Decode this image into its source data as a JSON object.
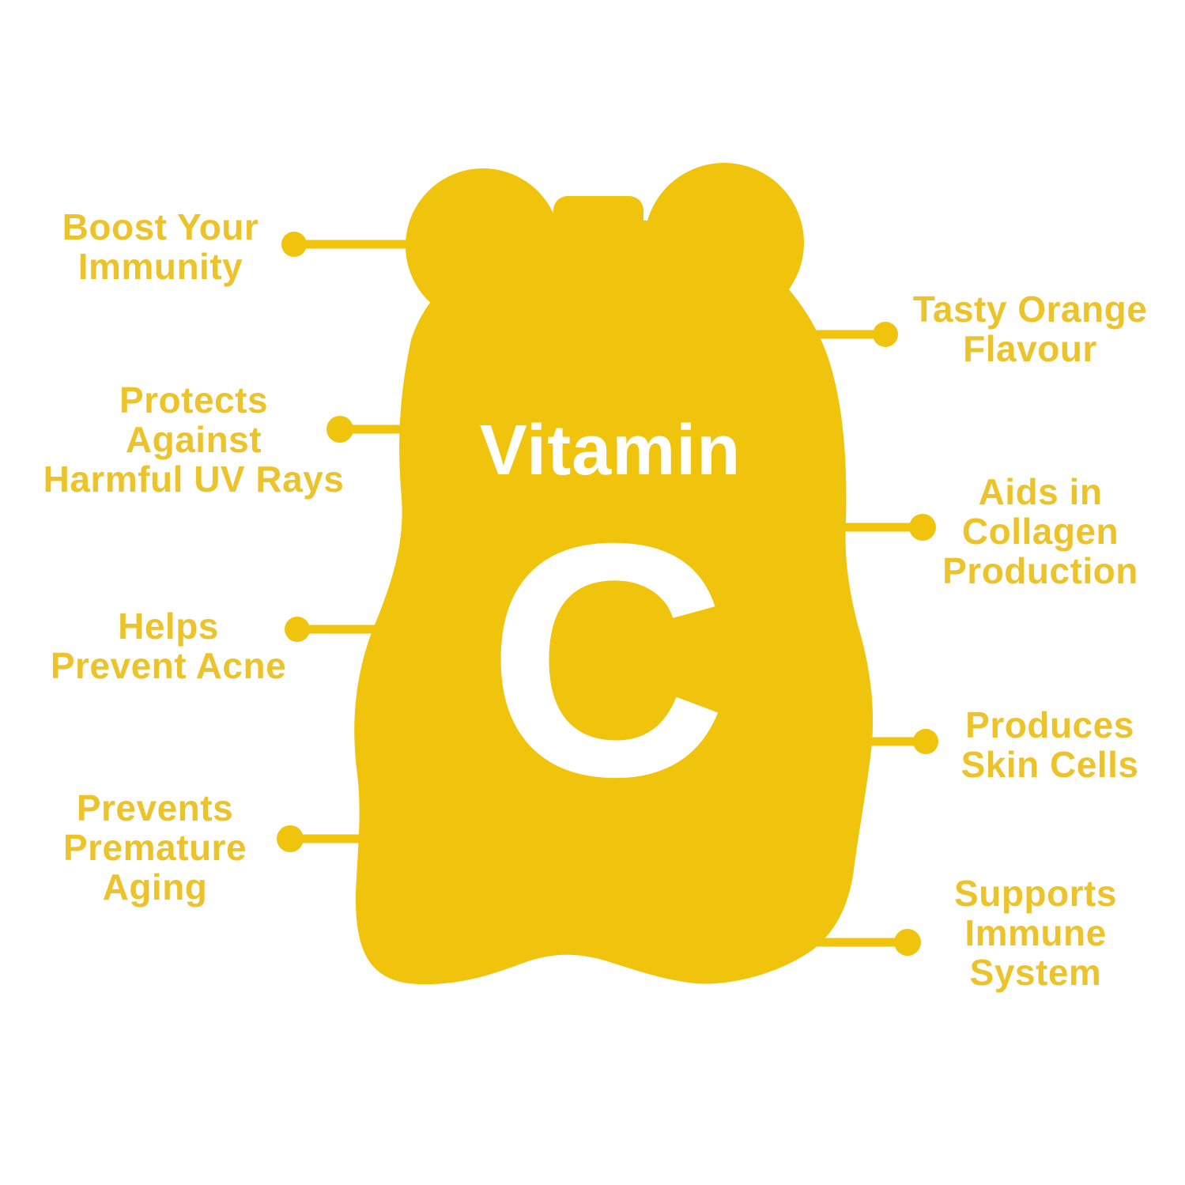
{
  "colors": {
    "bear": "#F0C40D",
    "label": "#EDC32B",
    "white": "#FFFFFF",
    "background": "#FFFFFF"
  },
  "hero": {
    "word": "Vitamin",
    "letter": "C"
  },
  "benefits_left": [
    {
      "lines": [
        "Boost Your",
        "Immunity"
      ]
    },
    {
      "lines": [
        "Protects",
        "Against",
        "Harmful UV Rays"
      ]
    },
    {
      "lines": [
        "Helps",
        "Prevent Acne"
      ]
    },
    {
      "lines": [
        "Prevents",
        "Premature",
        "Aging"
      ]
    }
  ],
  "benefits_right": [
    {
      "lines": [
        "Tasty Orange",
        "Flavour"
      ]
    },
    {
      "lines": [
        "Aids in",
        "Collagen",
        "Production"
      ]
    },
    {
      "lines": [
        "Produces",
        "Skin Cells"
      ]
    },
    {
      "lines": [
        "Supports",
        "Immune",
        "System"
      ]
    }
  ]
}
